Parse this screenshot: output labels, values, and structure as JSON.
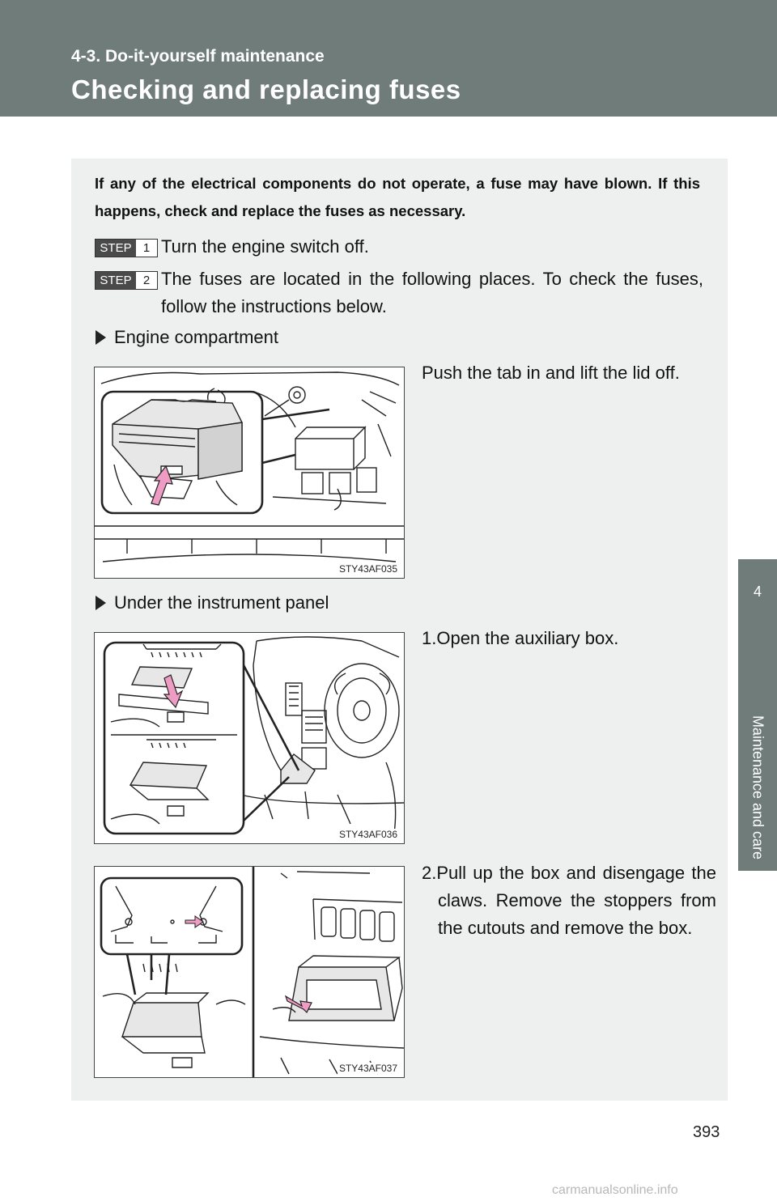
{
  "header": {
    "section": "4-3. Do-it-yourself maintenance",
    "title": "Checking and replacing fuses"
  },
  "side_tab": {
    "number": "4",
    "label": "Maintenance and care"
  },
  "intro": "If any of the electrical components do not operate, a fuse may have blown. If this happens, check and replace the fuses as necessary.",
  "steps": [
    {
      "badge": "STEP",
      "num": "1",
      "text": "Turn the engine switch off."
    },
    {
      "badge": "STEP",
      "num": "2",
      "text": "The fuses are located in the following places. To check the fuses, follow the instructions below."
    }
  ],
  "locations": [
    {
      "label": "Engine compartment"
    },
    {
      "label": "Under the instrument panel"
    }
  ],
  "figures": [
    {
      "code": "STY43AF035",
      "caption": "Push the tab in and lift the lid off."
    },
    {
      "code": "STY43AF036",
      "caption": "1.Open the auxiliary box."
    },
    {
      "code": "STY43AF037",
      "caption": "2.Pull up the box and disengage the claws. Remove the stoppers from the cutouts and remove the box."
    }
  ],
  "page_number": "393",
  "watermark": "carmanualsonline.info",
  "colors": {
    "header": "#6f7c7a",
    "panel": "#eef0f0",
    "arrow_pink": "#ee9cc4"
  }
}
